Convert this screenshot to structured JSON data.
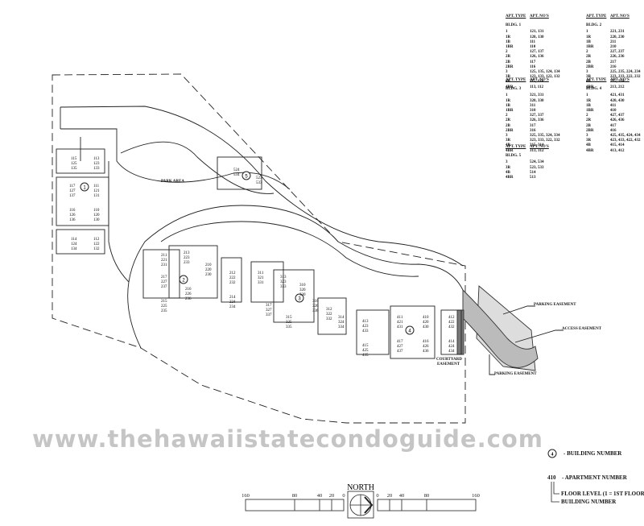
{
  "unit_tables": [
    {
      "header": [
        "APT. TYPE",
        "APT. NO'S"
      ],
      "building": "BLDG. 1",
      "rows": [
        [
          "1",
          "121, 131"
        ],
        [
          "1R",
          "120, 130"
        ],
        [
          "1B",
          "111"
        ],
        [
          "1BR",
          "110"
        ],
        [
          "2",
          "127, 137"
        ],
        [
          "2R",
          "126, 136"
        ],
        [
          "2B",
          "117"
        ],
        [
          "2BR",
          "116"
        ],
        [
          "3",
          "125, 135, 124, 134"
        ],
        [
          "3R",
          "123, 133, 122, 132"
        ],
        [
          "4B",
          "115, 114"
        ],
        [
          "4BR",
          "113, 112"
        ]
      ]
    },
    {
      "header": [
        "APT. TYPE",
        "APT. NO'S"
      ],
      "building": "BLDG. 2",
      "rows": [
        [
          "1",
          "221, 231"
        ],
        [
          "1R",
          "220, 230"
        ],
        [
          "1B",
          "211"
        ],
        [
          "1BR",
          "210"
        ],
        [
          "2",
          "227, 237"
        ],
        [
          "2R",
          "226, 236"
        ],
        [
          "2B",
          "217"
        ],
        [
          "2BR",
          "216"
        ],
        [
          "3",
          "225, 235, 224, 234"
        ],
        [
          "3R",
          "223, 233, 222, 232"
        ],
        [
          "4B",
          "215, 214"
        ],
        [
          "4BR",
          "213, 212"
        ]
      ]
    },
    {
      "header": [
        "APT. TYPE",
        "APT. NO'S"
      ],
      "building": "BLDG. 3",
      "rows": [
        [
          "1",
          "321, 331"
        ],
        [
          "1R",
          "320, 330"
        ],
        [
          "1B",
          "311"
        ],
        [
          "1BR",
          "310"
        ],
        [
          "2",
          "327, 337"
        ],
        [
          "2R",
          "326, 336"
        ],
        [
          "2B",
          "317"
        ],
        [
          "2BR",
          "316"
        ],
        [
          "3",
          "325, 335, 324, 334"
        ],
        [
          "3R",
          "323, 333, 322, 332"
        ],
        [
          "4B",
          "315, 314"
        ],
        [
          "4BR",
          "313, 312"
        ]
      ]
    },
    {
      "header": [
        "APT. TYPE",
        "APT. NO'S"
      ],
      "building": "BLDG. 4",
      "rows": [
        [
          "1",
          "421, 431"
        ],
        [
          "1R",
          "420, 430"
        ],
        [
          "1B",
          "411"
        ],
        [
          "1BR",
          "410"
        ],
        [
          "2",
          "427, 437"
        ],
        [
          "2R",
          "426, 436"
        ],
        [
          "2B",
          "417"
        ],
        [
          "2BR",
          "416"
        ],
        [
          "3",
          "425, 435, 424, 434"
        ],
        [
          "3R",
          "423, 433, 422, 432"
        ],
        [
          "4B",
          "415, 414"
        ],
        [
          "4BR",
          "413, 412"
        ]
      ]
    },
    {
      "header": [
        "APT. TYPE",
        "APT. NO'S"
      ],
      "building": "BLDG. 5",
      "rows": [
        [
          "3",
          "524, 534"
        ],
        [
          "3R",
          "523, 533"
        ],
        [
          "4B",
          "514"
        ],
        [
          "4BR",
          "513"
        ]
      ]
    }
  ],
  "labels": {
    "park_area": "PARK AREA",
    "parking_easement_1": "PARKING EASEMENT",
    "access_easement": "ACCESS EASEMENT",
    "parking_easement_2": "PARKING EASEMENT",
    "courtyard_easement": "COURTYARD EASEMENT",
    "watermark": "www.thehawaiistatecondoguide.com"
  },
  "buildings": [
    {
      "number": "1",
      "blocks": [
        [
          "115",
          "125",
          "135"
        ],
        [
          "113",
          "123",
          "133"
        ],
        [
          "117",
          "127",
          "137"
        ],
        [
          "111",
          "121",
          "131"
        ],
        [
          "116",
          "126",
          "136"
        ],
        [
          "110",
          "120",
          "130"
        ],
        [
          "114",
          "124",
          "134"
        ],
        [
          "112",
          "122",
          "132"
        ]
      ]
    },
    {
      "number": "2",
      "blocks": [
        [
          "211",
          "221",
          "231"
        ],
        [
          "213",
          "223",
          "233"
        ],
        [
          "217",
          "227",
          "237"
        ],
        [
          "210",
          "220",
          "230"
        ],
        [
          "215",
          "225",
          "235"
        ],
        [
          "216",
          "226",
          "236"
        ],
        [
          "212",
          "222",
          "232"
        ],
        [
          "214",
          "224",
          "234"
        ]
      ]
    },
    {
      "number": "3",
      "blocks": [
        [
          "311",
          "321",
          "331"
        ],
        [
          "313",
          "323",
          "333"
        ],
        [
          "317",
          "327",
          "337"
        ],
        [
          "310",
          "320",
          "330"
        ],
        [
          "315",
          "325",
          "335"
        ],
        [
          "316",
          "326",
          "336"
        ],
        [
          "312",
          "322",
          "332"
        ],
        [
          "314",
          "324",
          "334"
        ]
      ]
    },
    {
      "number": "4",
      "blocks": [
        [
          "413",
          "423",
          "433"
        ],
        [
          "415",
          "425",
          "435"
        ],
        [
          "411",
          "421",
          "431"
        ],
        [
          "417",
          "427",
          "437"
        ],
        [
          "410",
          "420",
          "430"
        ],
        [
          "416",
          "426",
          "436"
        ],
        [
          "412",
          "422",
          "432"
        ],
        [
          "414",
          "424",
          "434"
        ]
      ]
    },
    {
      "number": "5",
      "blocks": [
        [
          "524",
          "534"
        ],
        [
          "523",
          "533"
        ]
      ]
    }
  ],
  "legend": {
    "building_symbol": "4",
    "building_number": "- BUILDING NUMBER",
    "apt_example": "410",
    "apartment_number": "- APARTMENT NUMBER",
    "floor_level": "FLOOR LEVEL (1 = 1ST FLOOR)",
    "building_number_2": "BUILDING NUMBER"
  },
  "scale": {
    "north": "NORTH",
    "left_ticks": [
      "160",
      "80",
      "40",
      "20",
      "0"
    ],
    "right_ticks": [
      "0",
      "20",
      "40",
      "80",
      "160"
    ]
  }
}
